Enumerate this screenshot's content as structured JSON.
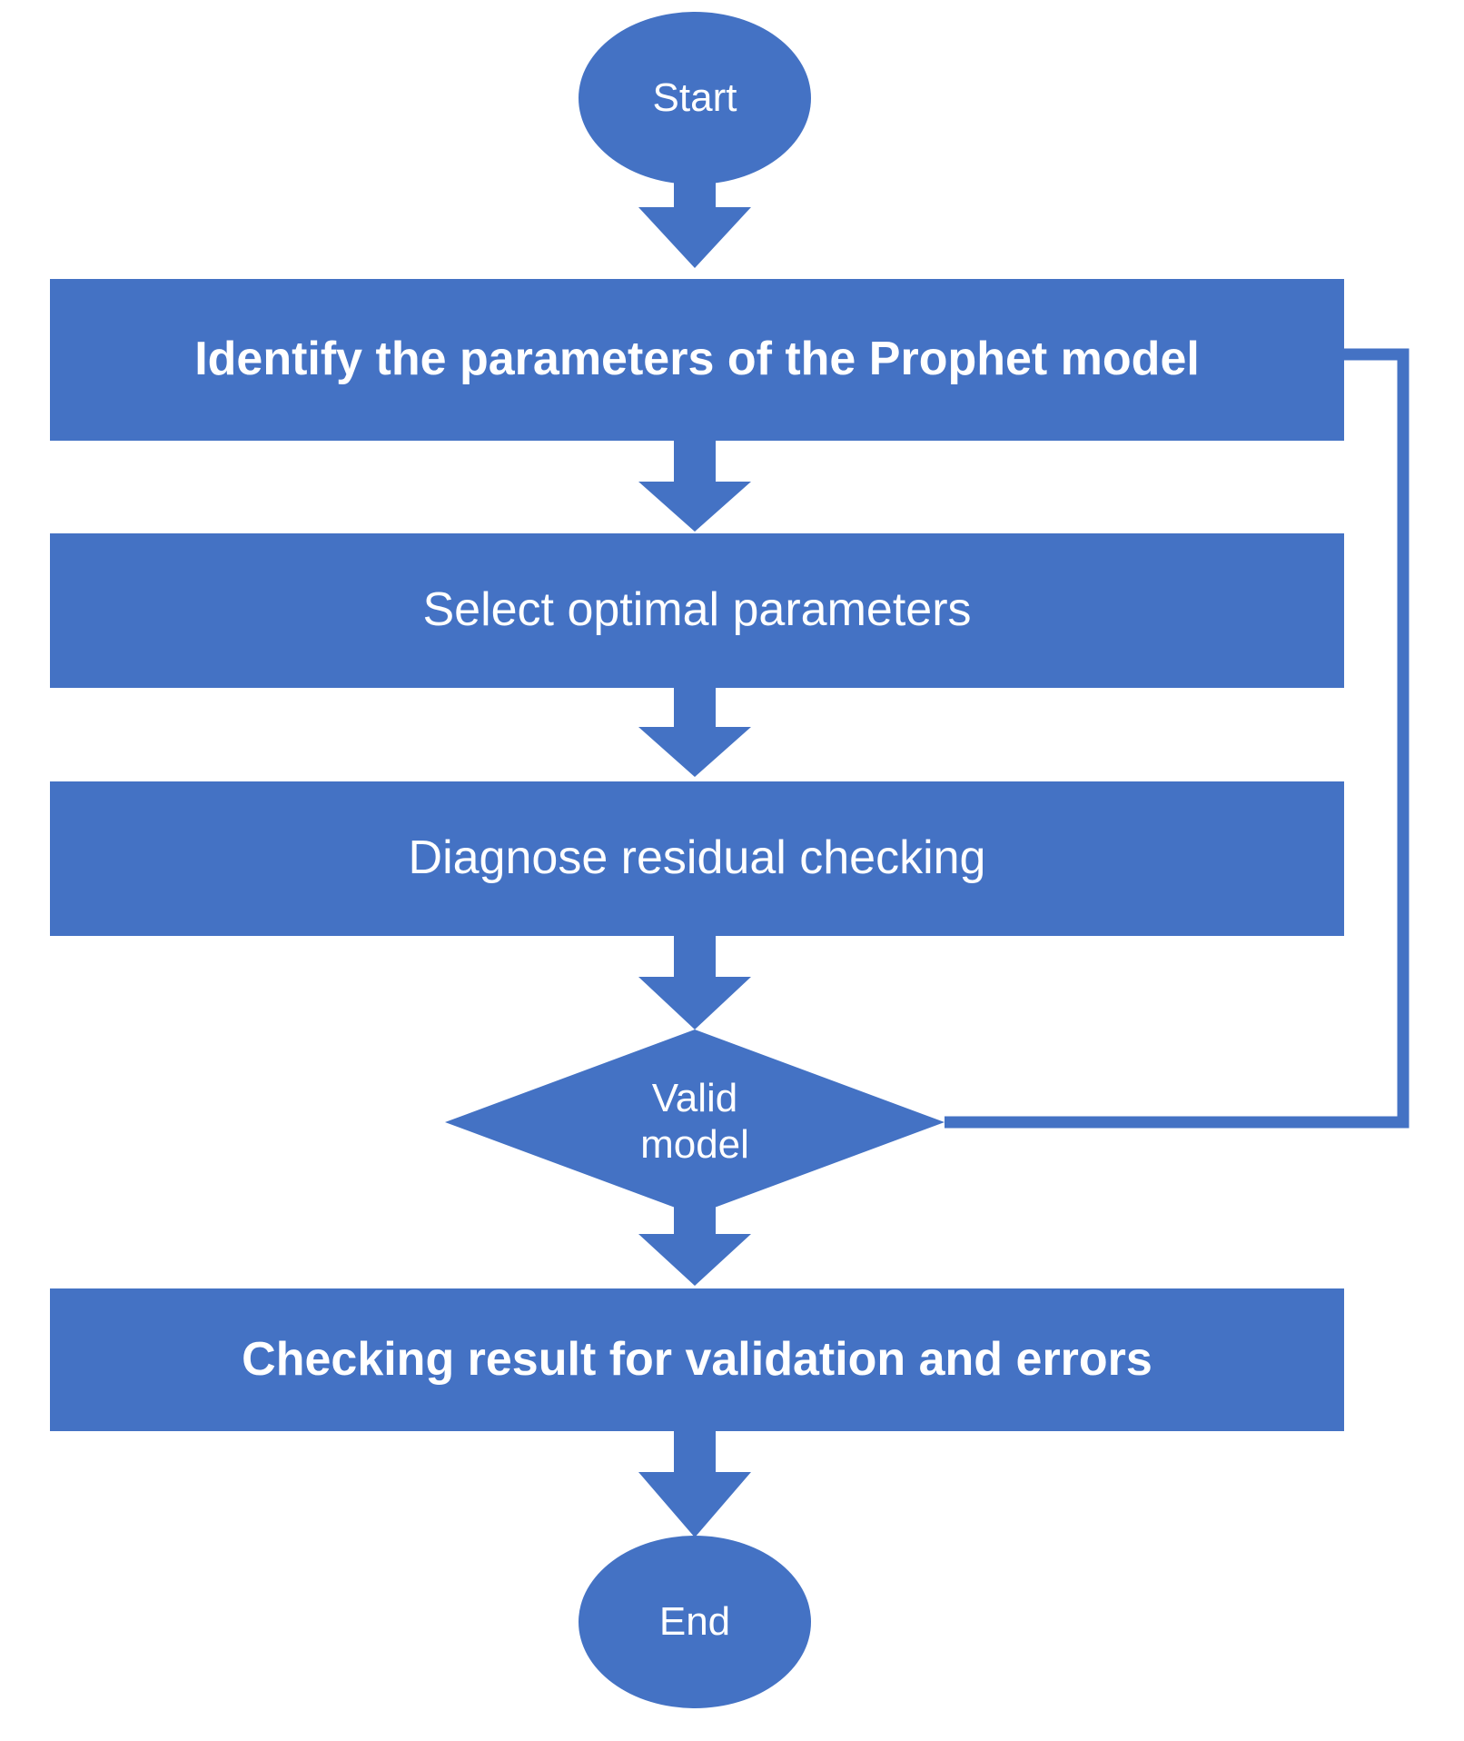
{
  "diagram": {
    "title": "Prophet model workflow flowchart",
    "accent_color": "#4472C4",
    "text_color": "#FFFFFF",
    "background_color": "#FFFFFF",
    "nodes": [
      {
        "id": "start",
        "type": "terminal",
        "label": "Start"
      },
      {
        "id": "identify",
        "type": "process",
        "label": "Identify the parameters of the Prophet model"
      },
      {
        "id": "select",
        "type": "process",
        "label": "Select optimal parameters"
      },
      {
        "id": "diagnose",
        "type": "process",
        "label": "Diagnose residual checking"
      },
      {
        "id": "valid",
        "type": "decision",
        "label": "Valid\nmodel"
      },
      {
        "id": "checking",
        "type": "process",
        "label": "Checking result for validation and errors"
      },
      {
        "id": "end",
        "type": "terminal",
        "label": "End"
      }
    ],
    "edges": [
      {
        "from": "start",
        "to": "identify",
        "label": ""
      },
      {
        "from": "identify",
        "to": "select",
        "label": ""
      },
      {
        "from": "select",
        "to": "diagnose",
        "label": ""
      },
      {
        "from": "diagnose",
        "to": "valid",
        "label": ""
      },
      {
        "from": "valid",
        "to": "checking",
        "label": ""
      },
      {
        "from": "checking",
        "to": "end",
        "label": ""
      },
      {
        "from": "valid",
        "to": "identify",
        "label": ""
      }
    ]
  }
}
